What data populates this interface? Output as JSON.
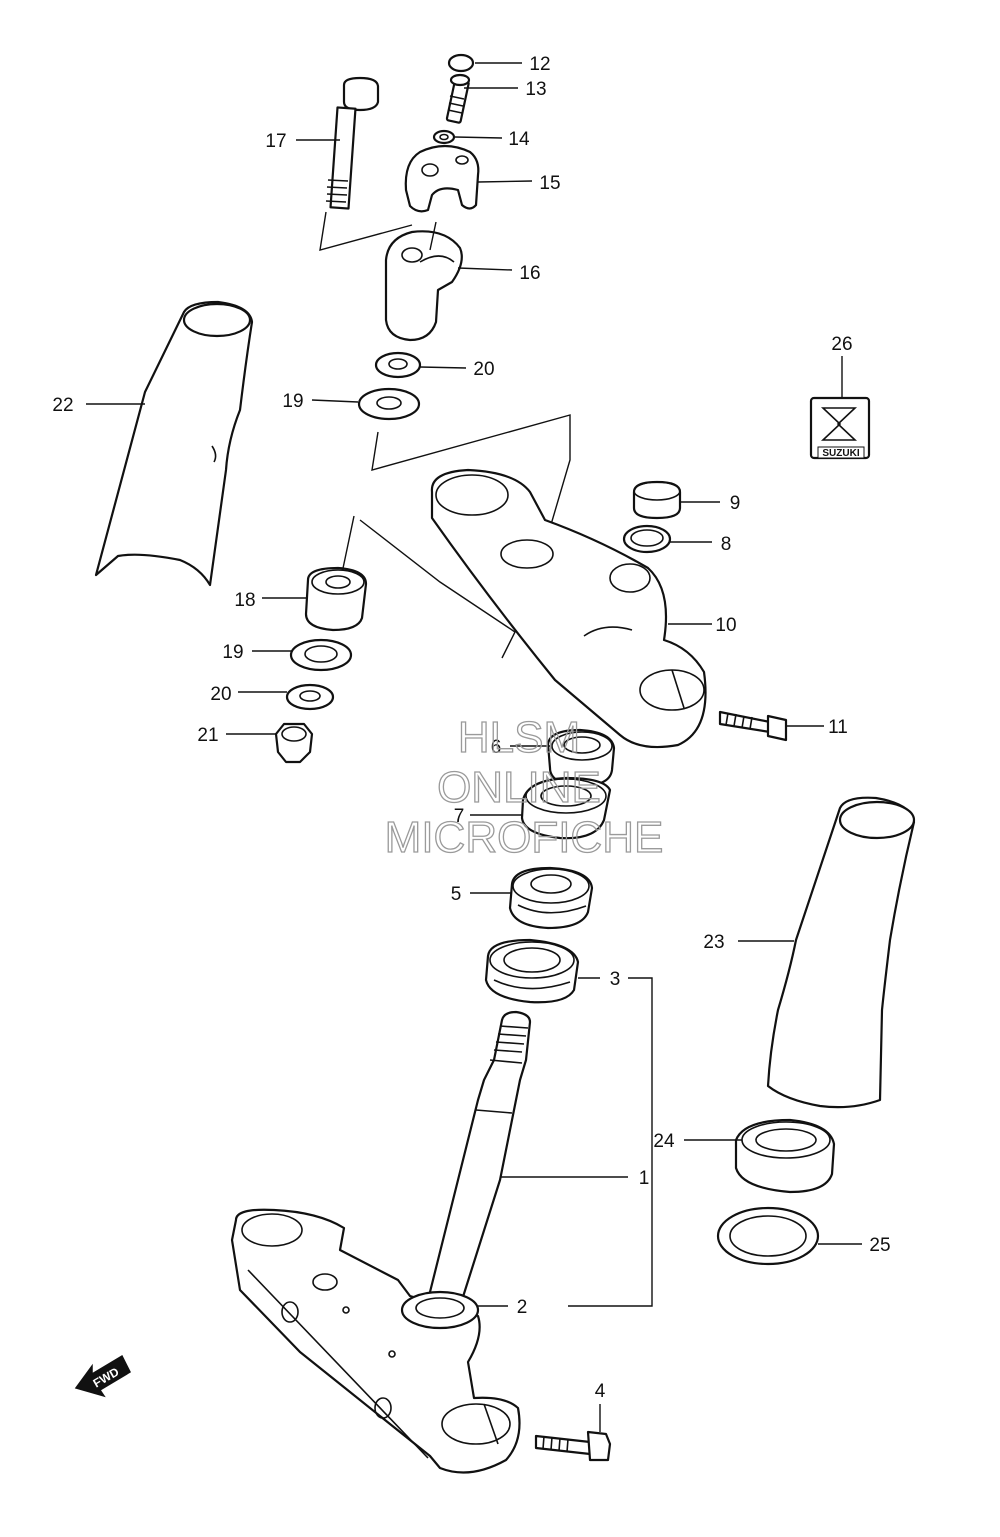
{
  "callouts": [
    {
      "id": "12",
      "label": "12"
    },
    {
      "id": "13",
      "label": "13"
    },
    {
      "id": "14",
      "label": "14"
    },
    {
      "id": "15",
      "label": "15"
    },
    {
      "id": "16",
      "label": "16"
    },
    {
      "id": "17",
      "label": "17"
    },
    {
      "id": "20a",
      "label": "20"
    },
    {
      "id": "19a",
      "label": "19"
    },
    {
      "id": "22",
      "label": "22"
    },
    {
      "id": "26",
      "label": "26"
    },
    {
      "id": "9",
      "label": "9"
    },
    {
      "id": "8",
      "label": "8"
    },
    {
      "id": "10",
      "label": "10"
    },
    {
      "id": "18",
      "label": "18"
    },
    {
      "id": "19b",
      "label": "19"
    },
    {
      "id": "20b",
      "label": "20"
    },
    {
      "id": "21",
      "label": "21"
    },
    {
      "id": "11",
      "label": "11"
    },
    {
      "id": "6",
      "label": "6"
    },
    {
      "id": "7",
      "label": "7"
    },
    {
      "id": "5",
      "label": "5"
    },
    {
      "id": "3",
      "label": "3"
    },
    {
      "id": "23",
      "label": "23"
    },
    {
      "id": "1",
      "label": "1"
    },
    {
      "id": "24",
      "label": "24"
    },
    {
      "id": "25",
      "label": "25"
    },
    {
      "id": "2",
      "label": "2"
    },
    {
      "id": "4",
      "label": "4"
    }
  ],
  "logo_text": "SUZUKI",
  "fwd_text": "FWD",
  "watermark": {
    "line1": "HLSM",
    "line2": "ONLINE",
    "line3": "MICROFICHE"
  }
}
